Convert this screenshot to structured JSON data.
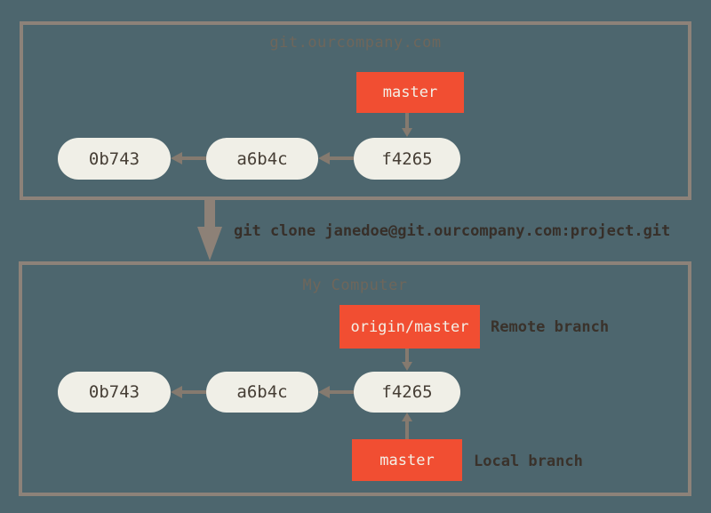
{
  "colors": {
    "background": "#4d666e",
    "box_border": "#8d8279",
    "arrow": "#857a6f",
    "branch_fill": "#f14e32",
    "branch_text": "#f3f0e7",
    "commit_fill": "#f0efe7",
    "commit_text": "#463e35",
    "title_text": "#6e665b",
    "label_text": "#3a322b"
  },
  "server_box": {
    "title": "git.ourcompany.com",
    "branch_label": "master",
    "commits": [
      "0b743",
      "a6b4c",
      "f4265"
    ]
  },
  "clone": {
    "command": "git clone janedoe@git.ourcompany.com:project.git"
  },
  "computer_box": {
    "title": "My Computer",
    "remote_branch_label": "origin/master",
    "remote_branch_annotation": "Remote branch",
    "local_branch_label": "master",
    "local_branch_annotation": "Local branch",
    "commits": [
      "0b743",
      "a6b4c",
      "f4265"
    ]
  }
}
